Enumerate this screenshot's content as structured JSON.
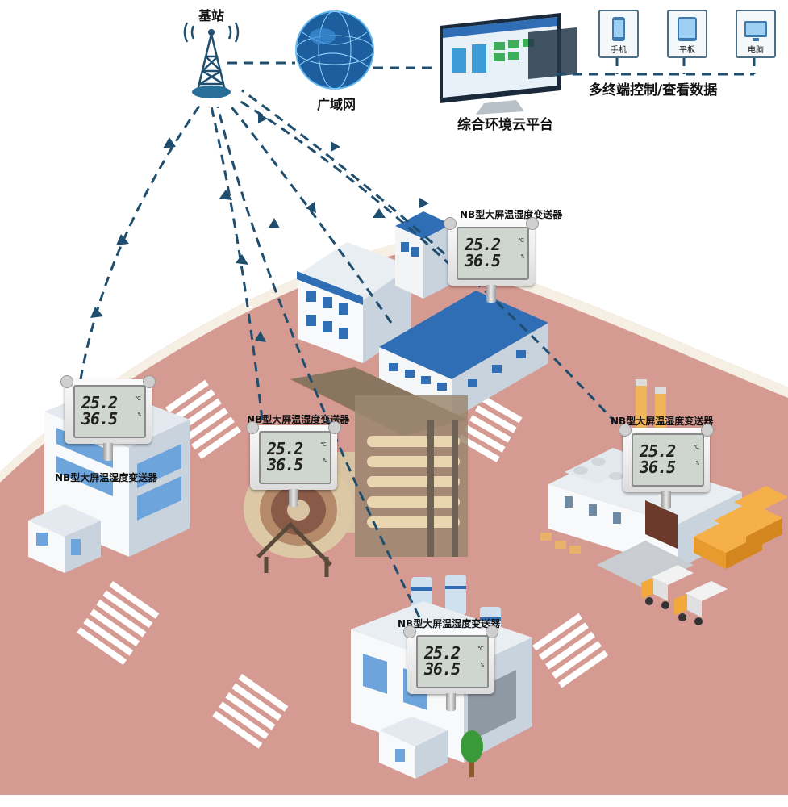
{
  "labels": {
    "base_station": "基站",
    "wan": "广域网",
    "cloud_platform": "综合环境云平台",
    "multi_terminal": "多终端控制/查看数据"
  },
  "terminals": [
    {
      "label": "手机",
      "icon": "phone-icon"
    },
    {
      "label": "平板",
      "icon": "tablet-icon"
    },
    {
      "label": "电脑",
      "icon": "computer-icon"
    }
  ],
  "devices": [
    {
      "id": "top-right",
      "label": "NB型大屏温湿度变送器"
    },
    {
      "id": "left",
      "label": "NB型大屏温湿度变送器"
    },
    {
      "id": "center",
      "label": "NB型大屏温湿度变送器"
    },
    {
      "id": "right",
      "label": "NB型大屏温湿度变送器"
    },
    {
      "id": "bottom",
      "label": "NB型大屏温湿度变送器"
    }
  ],
  "display": {
    "temperature": "25.2",
    "humidity": "36.5",
    "temp_unit": "℃",
    "hum_unit": "%"
  },
  "colors": {
    "ground": "#d59a92",
    "link": "#1f4e6e",
    "roof": "#2f6db5",
    "truck": "#f2a93b"
  }
}
